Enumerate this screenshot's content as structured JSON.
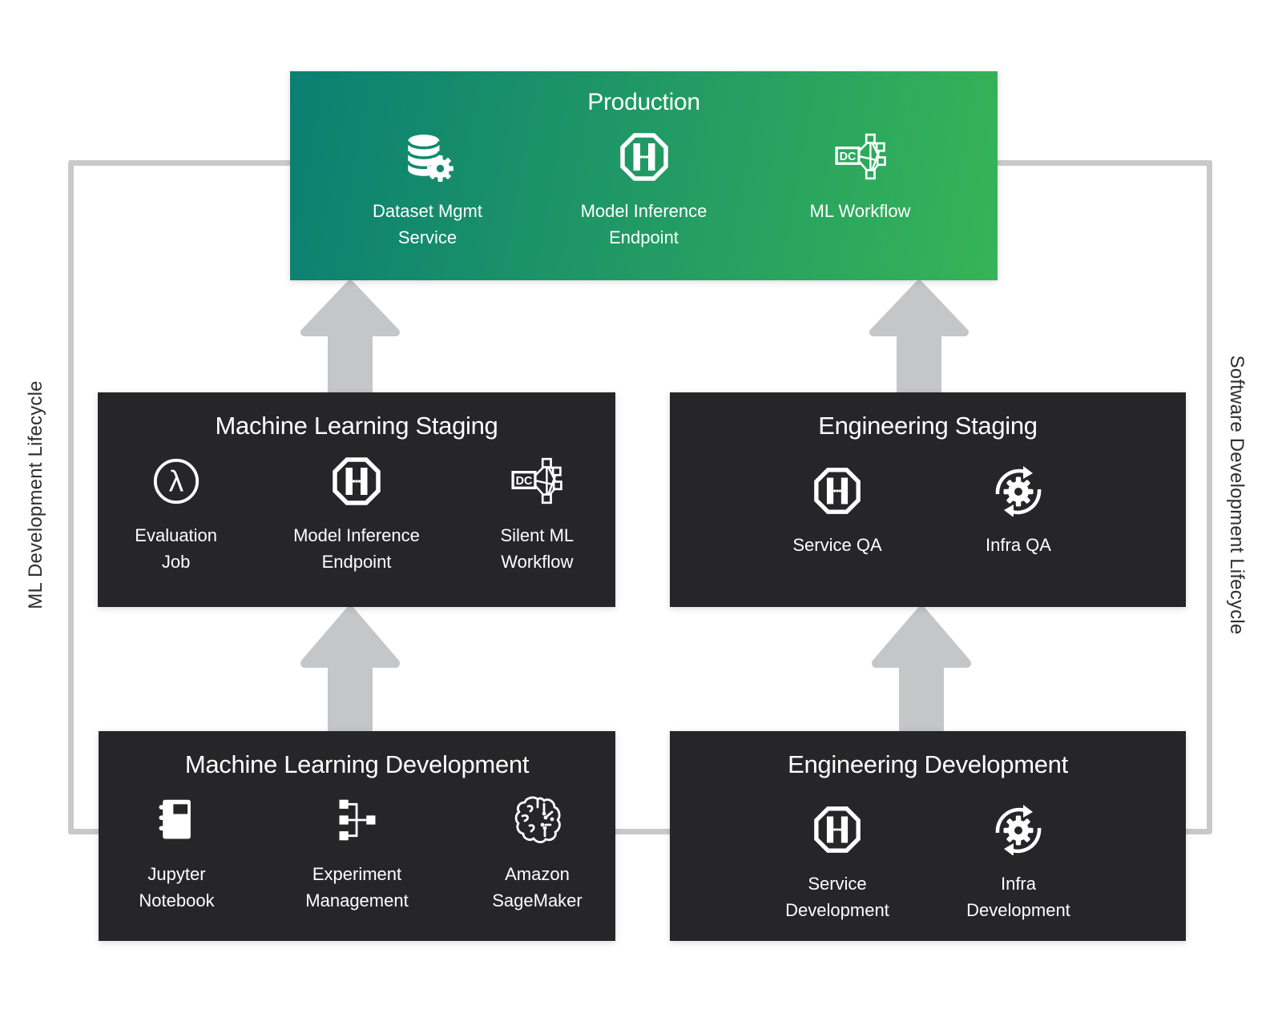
{
  "side_labels": {
    "left": "ML Development Lifecycle",
    "right": "Software Development Lifecycle"
  },
  "colors": {
    "production_gradient_start": "#0b7f72",
    "production_gradient_end": "#36b457",
    "panel_background": "#262628",
    "arrow_gray": "#c5c6c8",
    "frame_gray": "#c9c9c9",
    "text_white": "#ffffff",
    "side_label_text": "#2f2f2f"
  },
  "icons": {
    "dc_label": "DC",
    "lambda_glyph": "λ"
  },
  "boxes": {
    "production": {
      "title": "Production",
      "items": [
        {
          "icon": "database-gear-icon",
          "line1": "Dataset Mgmt",
          "line2": "Service"
        },
        {
          "icon": "model-endpoint-icon",
          "line1": "Model Inference",
          "line2": "Endpoint"
        },
        {
          "icon": "ml-workflow-icon",
          "line1": "ML Workflow",
          "line2": ""
        }
      ]
    },
    "ml_staging": {
      "title": "Machine Learning Staging",
      "items": [
        {
          "icon": "lambda-circle-icon",
          "line1": "Evaluation",
          "line2": "Job"
        },
        {
          "icon": "model-endpoint-icon",
          "line1": "Model Inference",
          "line2": "Endpoint"
        },
        {
          "icon": "ml-workflow-icon",
          "line1": "Silent ML",
          "line2": "Workflow"
        }
      ]
    },
    "eng_staging": {
      "title": "Engineering Staging",
      "items": [
        {
          "icon": "model-endpoint-icon",
          "line1": "Service QA",
          "line2": ""
        },
        {
          "icon": "gear-sync-icon",
          "line1": "Infra QA",
          "line2": ""
        }
      ]
    },
    "ml_dev": {
      "title": "Machine Learning Development",
      "items": [
        {
          "icon": "notebook-icon",
          "line1": "Jupyter",
          "line2": "Notebook"
        },
        {
          "icon": "experiment-tree-icon",
          "line1": "Experiment",
          "line2": "Management"
        },
        {
          "icon": "brain-circuit-icon",
          "line1": "Amazon",
          "line2": "SageMaker"
        }
      ]
    },
    "eng_dev": {
      "title": "Engineering Development",
      "items": [
        {
          "icon": "model-endpoint-icon",
          "line1": "Service",
          "line2": "Development"
        },
        {
          "icon": "gear-sync-icon",
          "line1": "Infra",
          "line2": "Development"
        }
      ]
    }
  }
}
